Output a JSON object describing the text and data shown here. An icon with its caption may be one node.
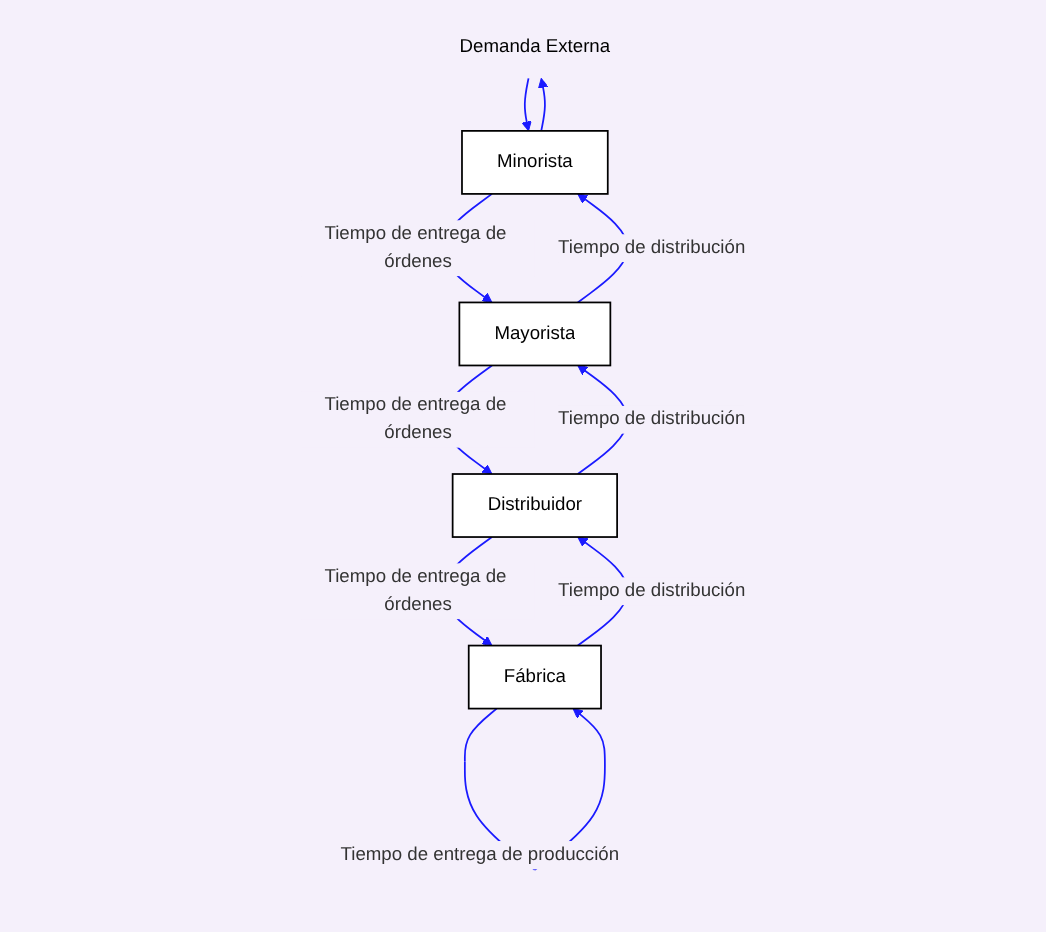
{
  "diagram": {
    "nodes": [
      {
        "text": [
          "Demanda Externa"
        ]
      },
      {
        "text": [
          "Minorista"
        ]
      },
      {
        "text": [
          "Mayorista"
        ]
      },
      {
        "text": [
          "Distribuidor"
        ]
      },
      {
        "text": [
          "Fábrica"
        ]
      }
    ],
    "edges": [
      {
        "from": 0,
        "to": 1,
        "arrow": "to"
      },
      {
        "from": 1,
        "to": 0,
        "arrow": "to"
      },
      {
        "from": 1,
        "to": 2,
        "arrow": "to",
        "label": "Tiempo de entrega de órdenes"
      },
      {
        "from": 2,
        "to": 1,
        "arrow": "to",
        "label": "Tiempo de distribución"
      },
      {
        "from": 2,
        "to": 3,
        "arrow": "to",
        "label": "Tiempo de entrega de órdenes"
      },
      {
        "from": 3,
        "to": 2,
        "arrow": "to",
        "label": "Tiempo de distribución"
      },
      {
        "from": 3,
        "to": 4,
        "arrow": "to",
        "label": "Tiempo de entrega de órdenes"
      },
      {
        "from": 4,
        "to": 3,
        "arrow": "to",
        "label": "Tiempo de distribución"
      },
      {
        "from": 4,
        "to": 4,
        "arrow": "to",
        "label": "Tiempo de entrega de producción"
      }
    ]
  }
}
